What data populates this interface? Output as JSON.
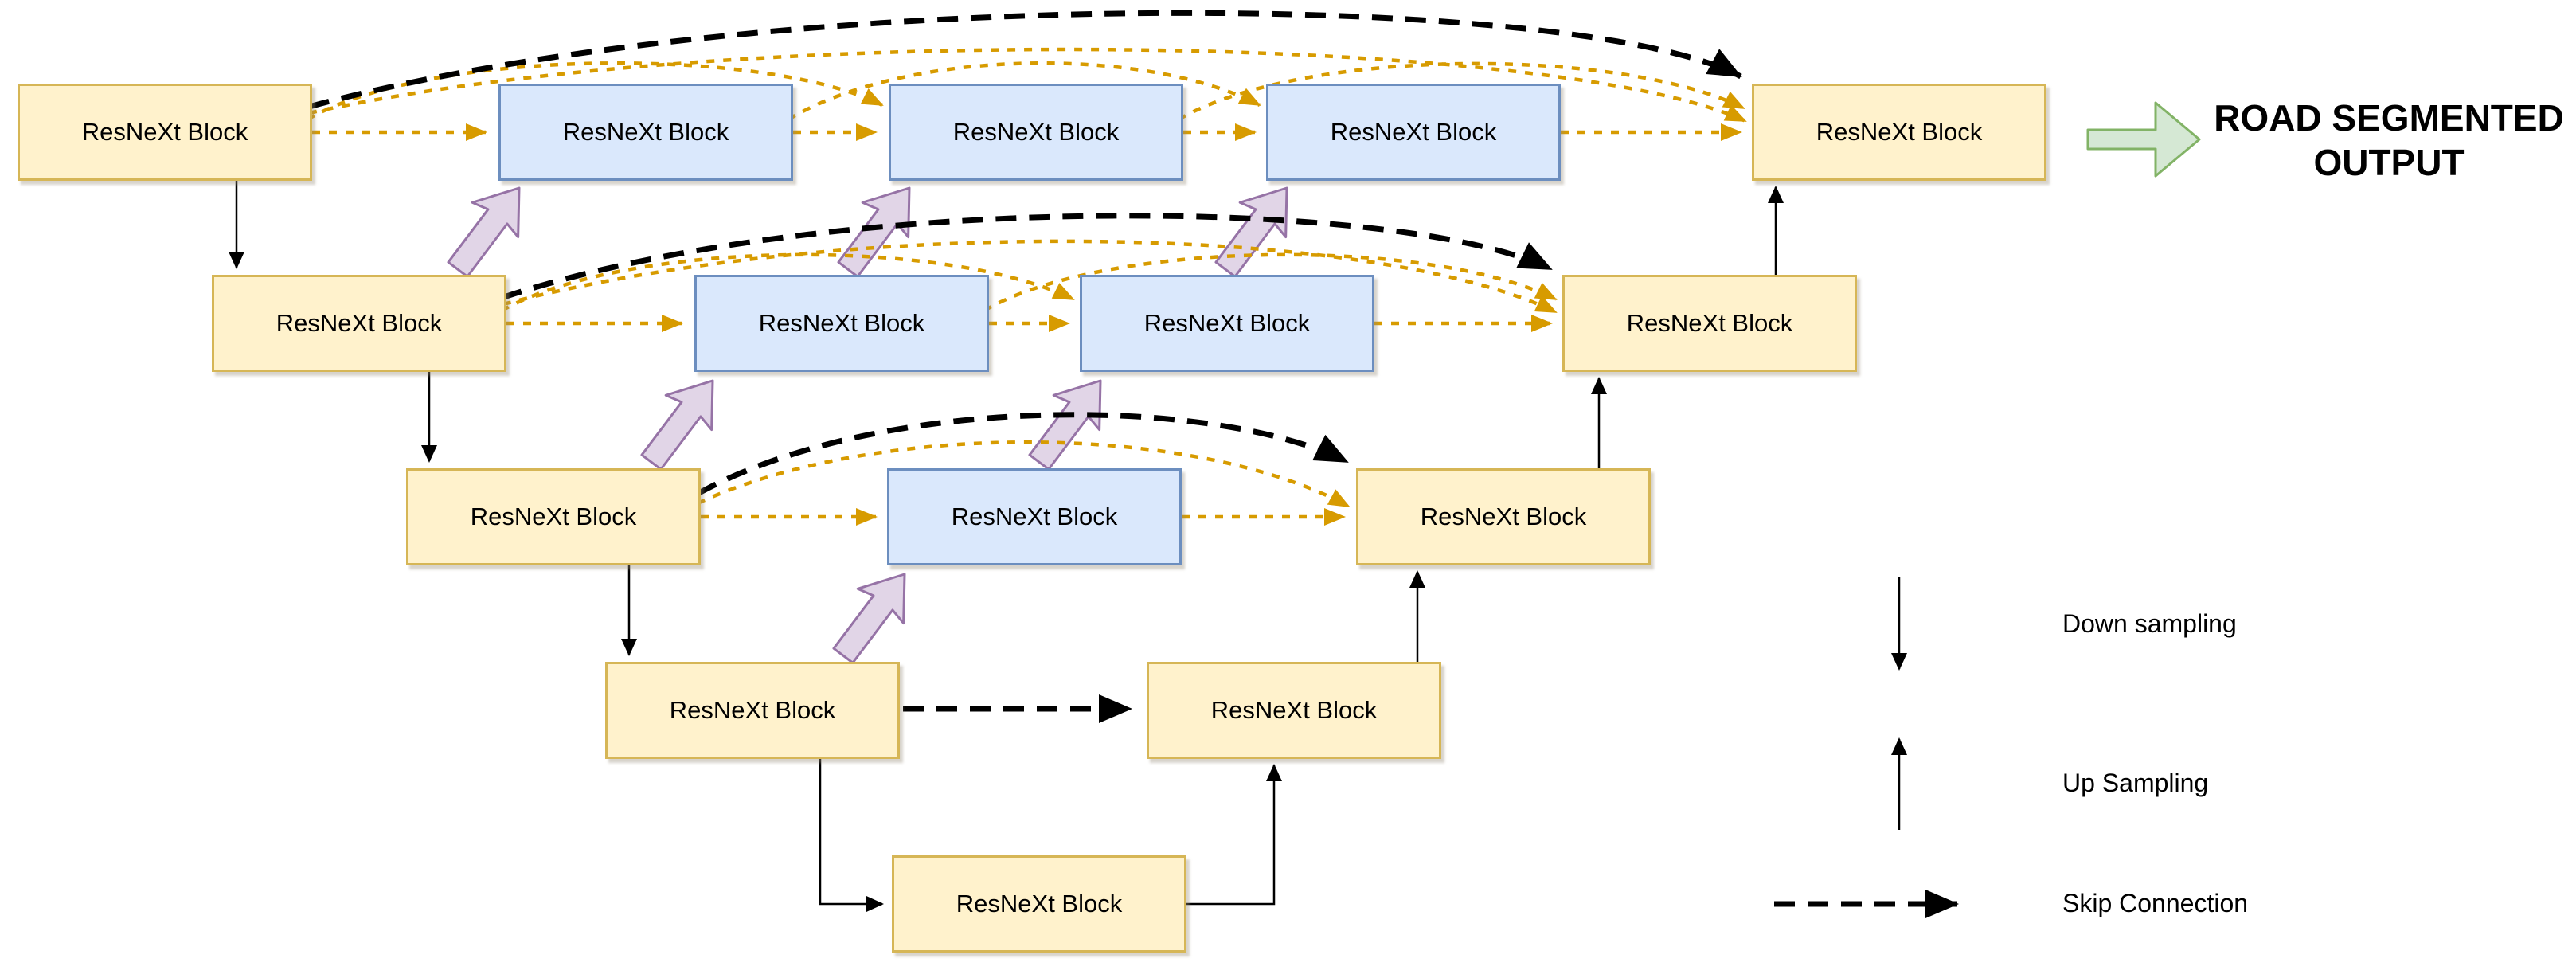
{
  "diagram": {
    "description": "UNet++ style encoder-decoder built from ResNeXt blocks",
    "blocks": [
      {
        "id": "x00",
        "row": 0,
        "col": 0,
        "variant": "yellow",
        "label": "ResNeXt Block"
      },
      {
        "id": "x01",
        "row": 0,
        "col": 1,
        "variant": "blue",
        "label": "ResNeXt Block"
      },
      {
        "id": "x02",
        "row": 0,
        "col": 2,
        "variant": "blue",
        "label": "ResNeXt Block"
      },
      {
        "id": "x03",
        "row": 0,
        "col": 3,
        "variant": "blue",
        "label": "ResNeXt Block"
      },
      {
        "id": "x04",
        "row": 0,
        "col": 4,
        "variant": "yellow",
        "label": "ResNeXt Block"
      },
      {
        "id": "x10",
        "row": 1,
        "col": 0,
        "variant": "yellow",
        "label": "ResNeXt Block"
      },
      {
        "id": "x11",
        "row": 1,
        "col": 1,
        "variant": "blue",
        "label": "ResNeXt Block"
      },
      {
        "id": "x12",
        "row": 1,
        "col": 2,
        "variant": "blue",
        "label": "ResNeXt Block"
      },
      {
        "id": "x13",
        "row": 1,
        "col": 3,
        "variant": "yellow",
        "label": "ResNeXt Block"
      },
      {
        "id": "x20",
        "row": 2,
        "col": 0,
        "variant": "yellow",
        "label": "ResNeXt Block"
      },
      {
        "id": "x21",
        "row": 2,
        "col": 1,
        "variant": "blue",
        "label": "ResNeXt Block"
      },
      {
        "id": "x22",
        "row": 2,
        "col": 2,
        "variant": "yellow",
        "label": "ResNeXt Block"
      },
      {
        "id": "x30",
        "row": 3,
        "col": 0,
        "variant": "yellow",
        "label": "ResNeXt Block"
      },
      {
        "id": "x31",
        "row": 3,
        "col": 1,
        "variant": "yellow",
        "label": "ResNeXt Block"
      },
      {
        "id": "x40",
        "row": 4,
        "col": 0,
        "variant": "yellow",
        "label": "ResNeXt Block"
      }
    ]
  },
  "output": {
    "arrow_icon": "right-block-arrow",
    "line1": "ROAD SEGMENTED",
    "line2": "OUTPUT"
  },
  "legend": {
    "items": [
      {
        "icon": "down-arrow",
        "label": "Down sampling"
      },
      {
        "icon": "up-arrow",
        "label": "Up Sampling"
      },
      {
        "icon": "dashed-arrow",
        "label": "Skip Connection"
      }
    ]
  },
  "colors": {
    "block_yellow_fill": "#FFF2CC",
    "block_yellow_border": "#D6B656",
    "block_blue_fill": "#DAE8FC",
    "block_blue_border": "#6C8EBF",
    "upsample_arrow_fill": "#E1D5E7",
    "upsample_arrow_border": "#9673A6",
    "output_arrow_fill": "#D5E8D4",
    "output_arrow_border": "#82B366",
    "dense_skip_orange": "#D79B00",
    "skip_connection_black": "#000000"
  }
}
